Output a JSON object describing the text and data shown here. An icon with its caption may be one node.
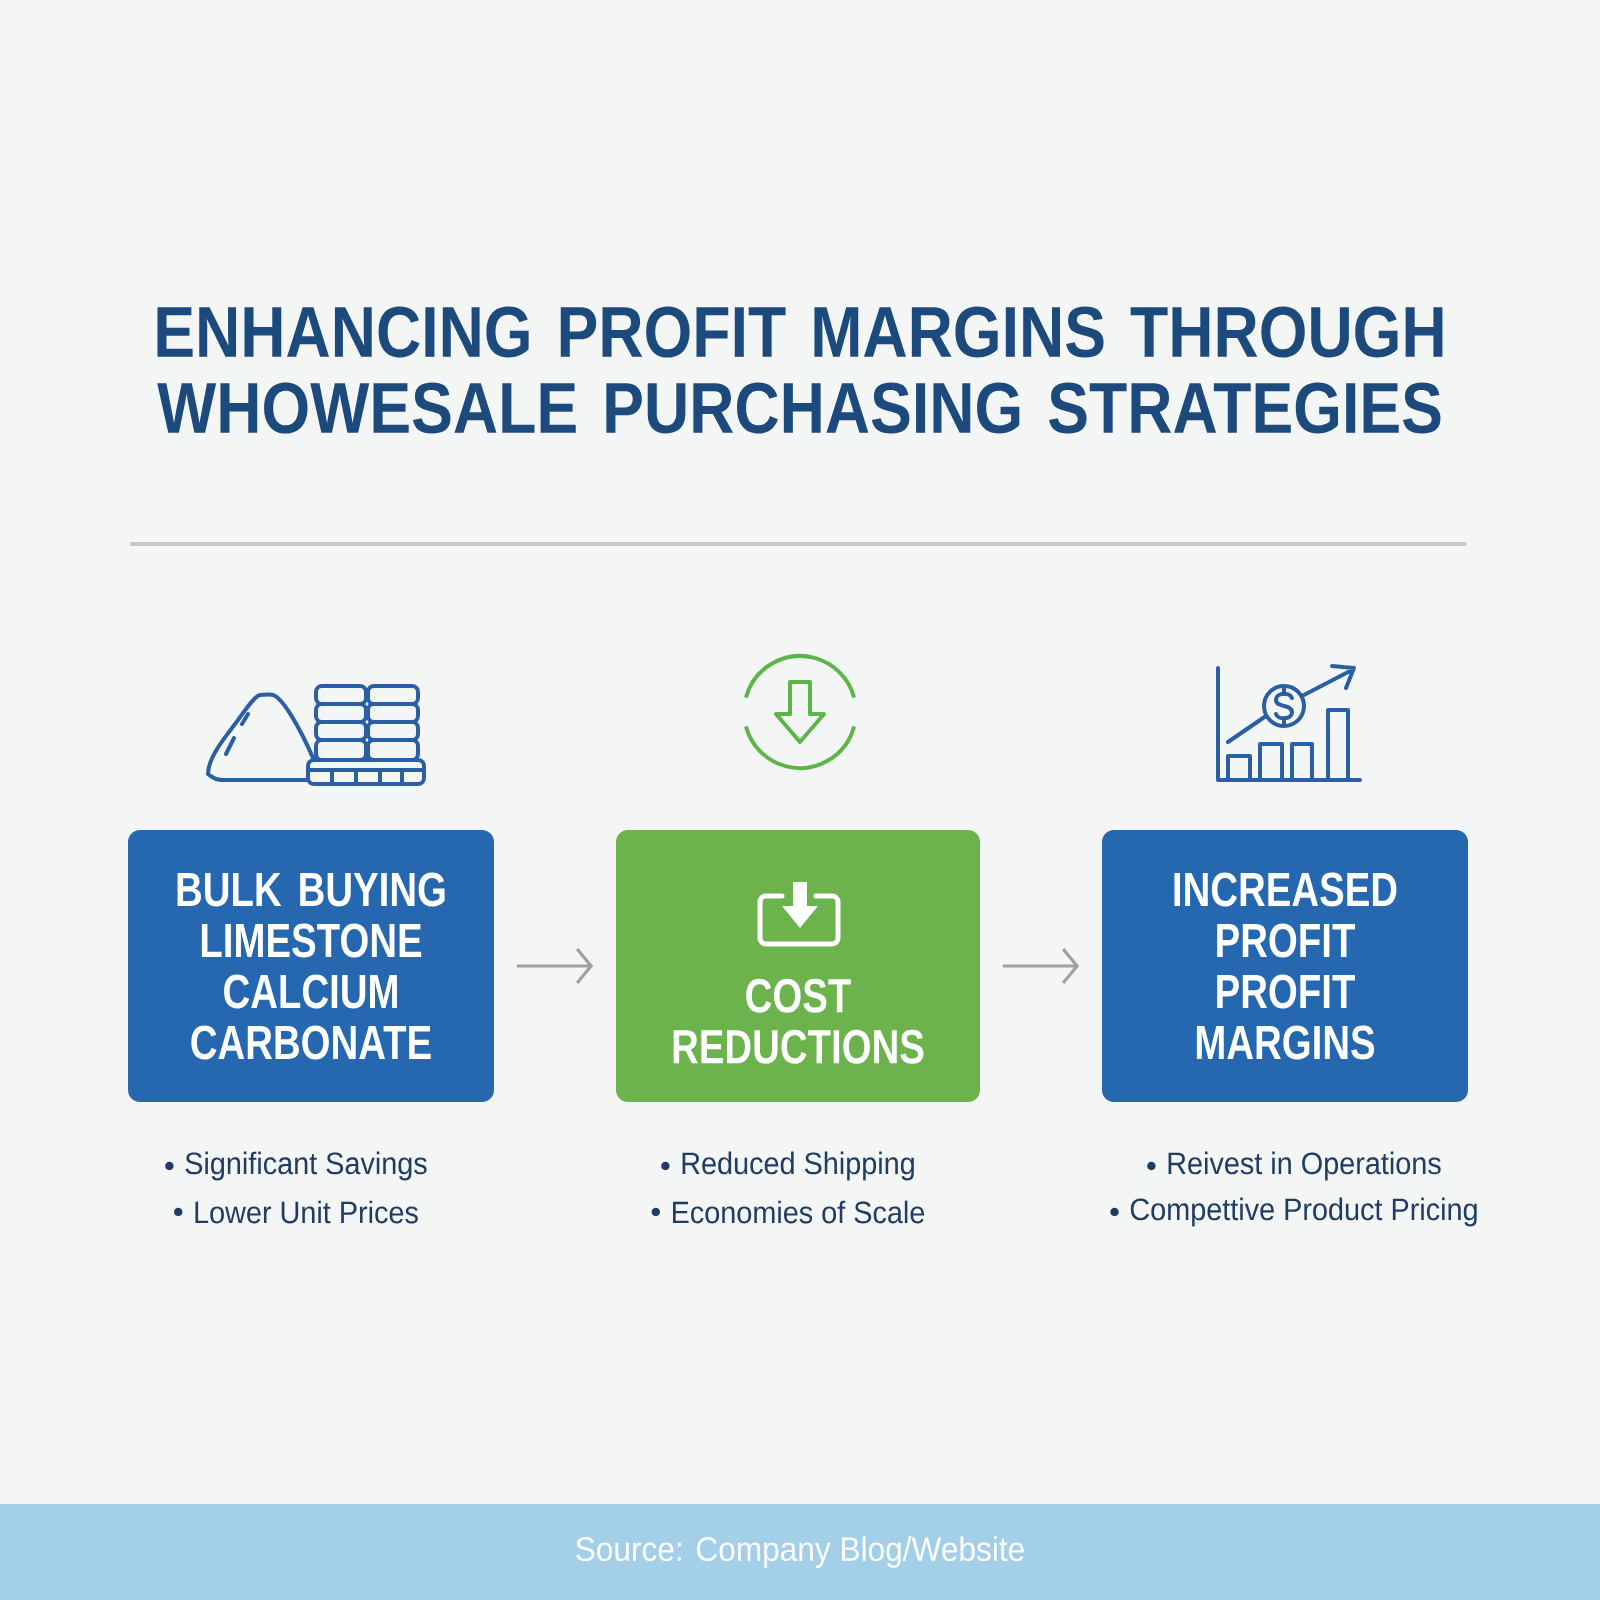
{
  "diagram": {
    "title": "ENHANCING PROFIT MARGINS THROUGH WHOWESALE PURCHASING STRATEGIES",
    "nodes": [
      {
        "text": [
          "BULK BUYING LIMESTONE CALCIUM CARBONATE"
        ],
        "beside": [
          "Significant Savings",
          "Lower Unit Prices"
        ]
      },
      {
        "text": [
          "COST REDUCTIONS"
        ],
        "beside": [
          "Reduced Shipping",
          "Economies of Scale"
        ]
      },
      {
        "text": [
          "INCREASED PROFIT PROFIT MARGINS"
        ],
        "beside": [
          "Reivest in Operations",
          "Compettive Product Pricing"
        ]
      }
    ],
    "edges": [
      {
        "from": 0,
        "to": 1,
        "arrow": "to"
      },
      {
        "from": 1,
        "to": 2,
        "arrow": "to"
      }
    ],
    "labels": [
      "Source: Company Blog/Website"
    ]
  }
}
